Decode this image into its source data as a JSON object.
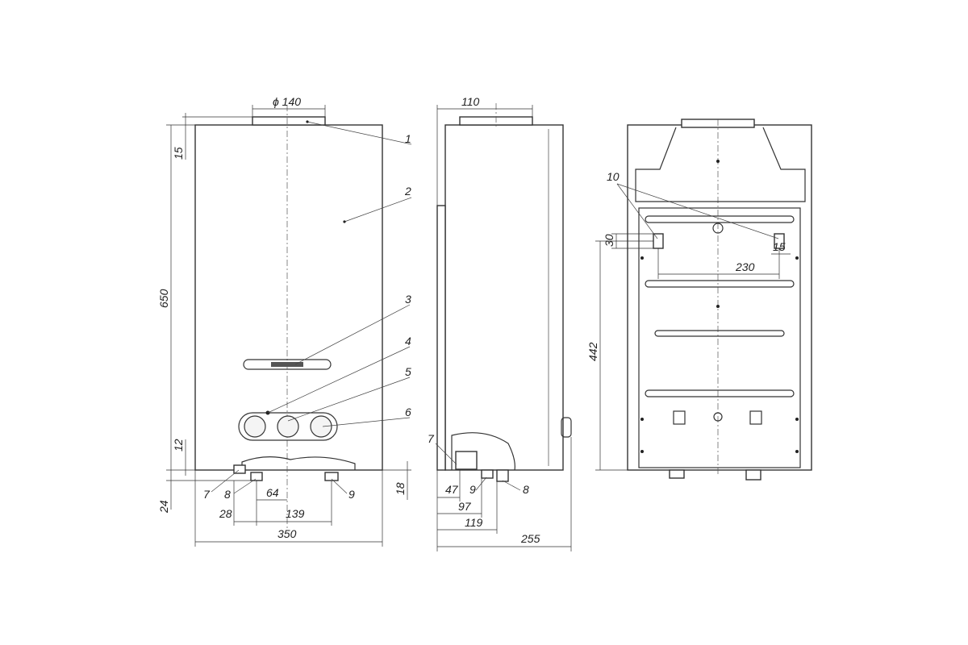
{
  "drawing": {
    "front_view": {
      "dims": {
        "top_pipe_diameter": "ϕ 140",
        "height": "650",
        "top_offset": "15",
        "bottom_offset": "12",
        "bottom_gap": "24",
        "right_gap": "18",
        "pipe_spacing_64": "64",
        "offset_28": "28",
        "spacing_139": "139",
        "width": "350"
      },
      "callouts": [
        "1",
        "2",
        "3",
        "4",
        "5",
        "6",
        "7",
        "8",
        "9"
      ]
    },
    "side_view": {
      "dims": {
        "top_pipe_width": "110",
        "dim_47": "47",
        "dim_97": "97",
        "dim_119": "119",
        "depth": "255"
      },
      "callouts": [
        "7",
        "9",
        "8"
      ]
    },
    "back_view": {
      "dims": {
        "mount_height": "30",
        "mount_width": "15",
        "mount_spacing": "230",
        "mount_to_bottom": "442"
      },
      "callouts": [
        "10"
      ]
    }
  }
}
